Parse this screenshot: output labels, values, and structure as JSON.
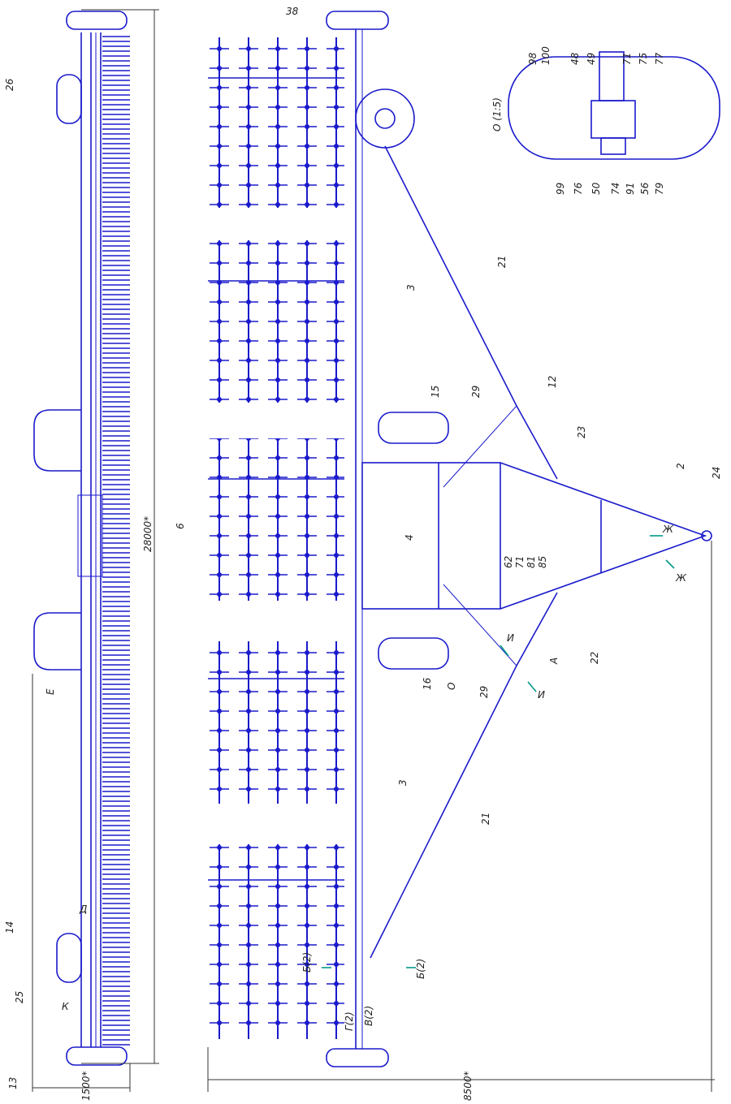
{
  "colors": {
    "drawing": "#1a1acc",
    "dim": "#333333",
    "background": "#ffffff",
    "section_mark": "#009988"
  },
  "dimensions": {
    "total_width": "28000*",
    "left_depth": "1500*",
    "total_length": "8500*"
  },
  "labels": {
    "p38": "38",
    "p26": "26",
    "p14": "14",
    "p25": "25",
    "p13": "13",
    "pD": "Д",
    "pK": "К",
    "pE": "Е",
    "p6": "6",
    "p3a": "3",
    "p3b": "3",
    "p21a": "21",
    "p21b": "21",
    "p15": "15",
    "p29a": "29",
    "p29b": "29",
    "p12": "12",
    "p23": "23",
    "p2": "2",
    "p24": "24",
    "p4": "4",
    "p16": "16",
    "pO": "О",
    "p62": "62",
    "p71": "71",
    "p81": "81",
    "p85": "85",
    "p22": "22",
    "pA": "А",
    "pI1": "И",
    "pI2": "И",
    "pZh1": "Ж",
    "pZh2": "Ж",
    "pB2a": "Б(2)",
    "pB2b": "Б(2)",
    "pV2": "В(2)",
    "pG2": "Г(2)"
  },
  "detail_view": {
    "title": "О (1:5)",
    "numbers": [
      "98",
      "100",
      "48",
      "49",
      "71",
      "75",
      "77",
      "99",
      "76",
      "50",
      "74",
      "91",
      "56",
      "79"
    ]
  }
}
